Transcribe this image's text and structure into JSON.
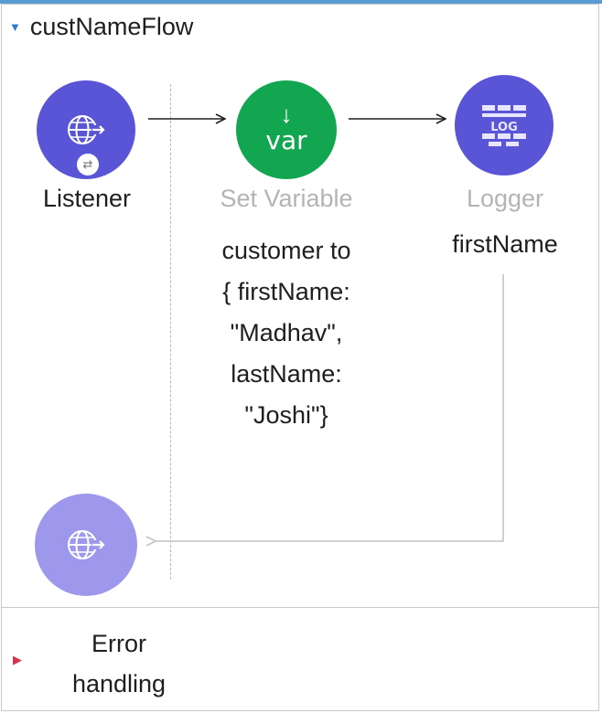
{
  "flow": {
    "name": "custNameFlow"
  },
  "components": {
    "listener": {
      "title": "Listener"
    },
    "set_variable": {
      "badge_text": "var",
      "title": "Set Variable",
      "description_lines": [
        "customer to",
        "{ firstName:",
        "\"Madhav\",",
        "lastName:",
        "\"Joshi\"}"
      ]
    },
    "logger": {
      "badge_text": "LOG",
      "title": "Logger",
      "description": "firstName"
    }
  },
  "error_handling": {
    "label_lines": [
      "Error",
      "handling"
    ]
  },
  "colors": {
    "event_source": "#5a55d6",
    "set_variable": "#12a650",
    "response": "#9d98ec",
    "collapse_arrow": "#2b7bd6",
    "expand_arrow": "#d1364b"
  },
  "icons": {
    "listener": "globe-arrow-icon",
    "connector": "exchange-icon",
    "set_variable": "down-arrow-icon",
    "logger": "log-brick-icon",
    "response": "globe-arrow-icon"
  }
}
